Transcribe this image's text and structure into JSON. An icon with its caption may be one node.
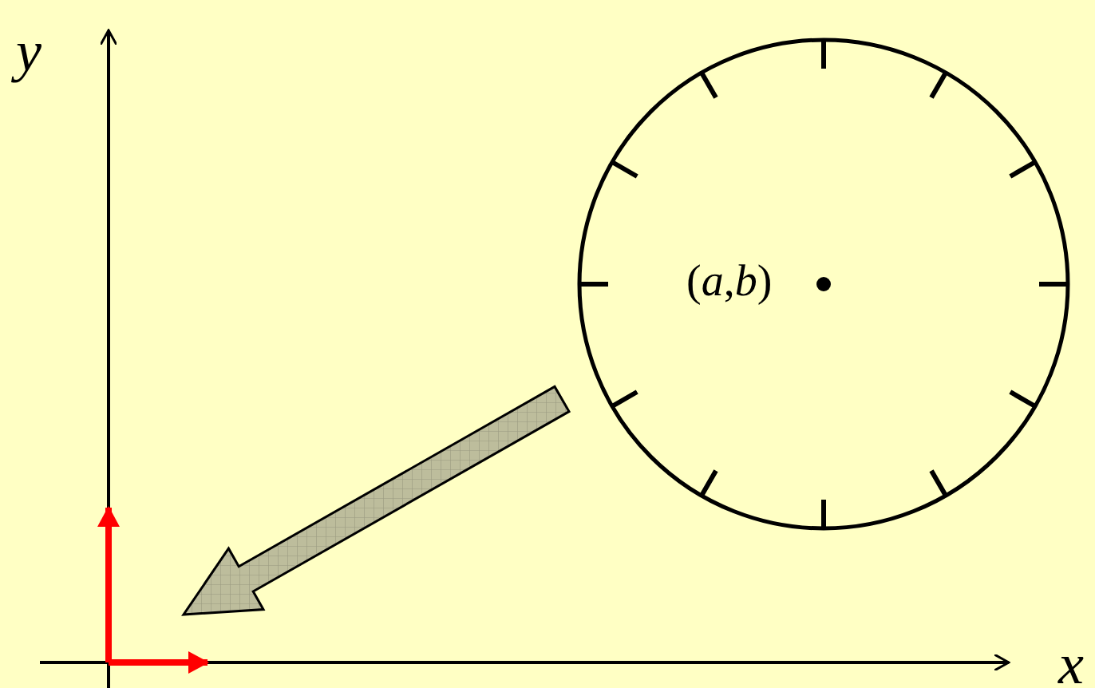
{
  "diagram": {
    "labels": [
      "y",
      "(*a*,*b*)",
      "x"
    ]
  }
}
